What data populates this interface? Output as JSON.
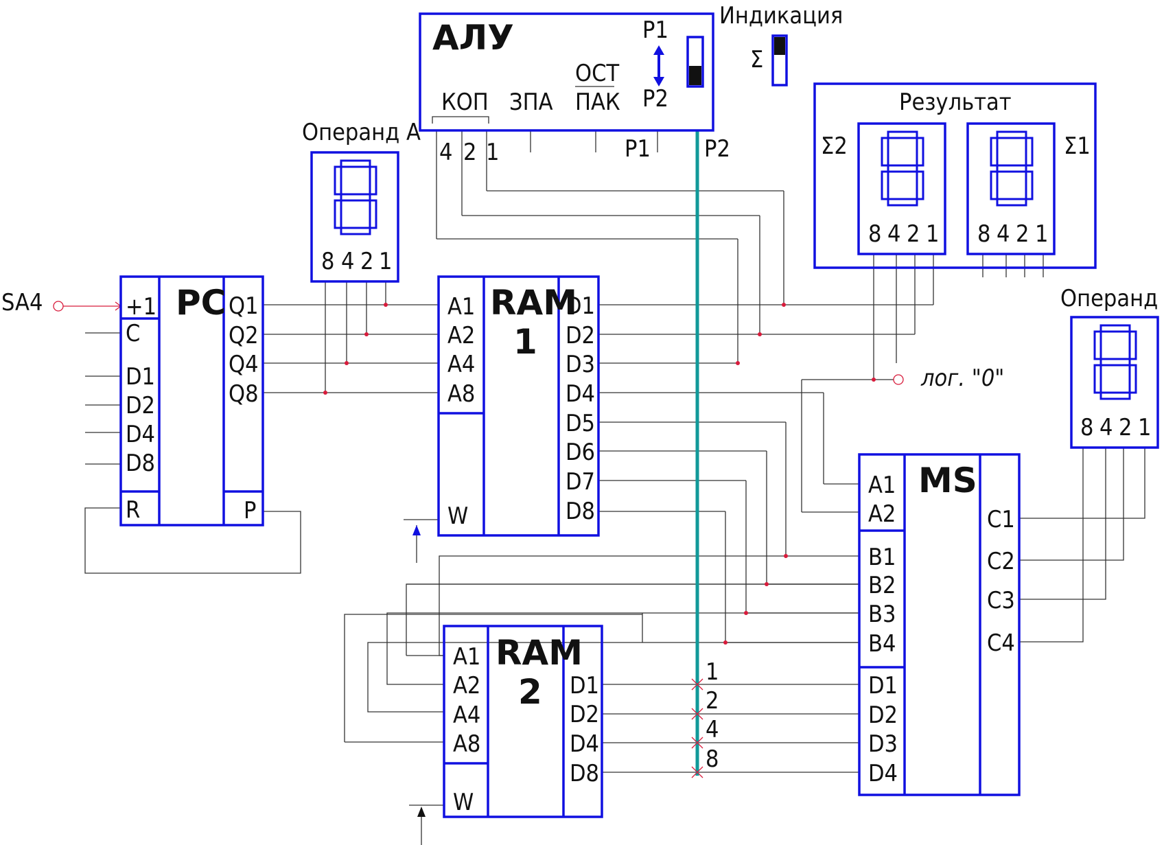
{
  "alu": {
    "title": "АЛУ",
    "kop": "КОП",
    "zpa": "ЗПА",
    "ost": "ОСТ",
    "pak": "ПАК",
    "p1": "Р1",
    "p2": "Р2",
    "pin4": "4",
    "pin2": "2",
    "pin1": "1",
    "out_p1": "Р1",
    "out_p2": "Р2"
  },
  "indication": {
    "title": "Индикация",
    "sigma": "Σ"
  },
  "operand_a": {
    "title": "Операнд A",
    "weights": [
      "8",
      "4",
      "2",
      "1"
    ]
  },
  "operand_b": {
    "title": "Операнд B",
    "weights": [
      "8",
      "4",
      "2",
      "1"
    ]
  },
  "result": {
    "title": "Результат",
    "sigma2": "Σ2",
    "sigma1": "Σ1",
    "weights": [
      "8",
      "4",
      "2",
      "1"
    ]
  },
  "pc": {
    "title": "PC",
    "in_inc": "+1",
    "in_c": "C",
    "in_d": [
      "D1",
      "D2",
      "D4",
      "D8"
    ],
    "in_r": "R",
    "out_q": [
      "Q1",
      "Q2",
      "Q4",
      "Q8"
    ],
    "out_p": "P",
    "sa4": "SA4"
  },
  "ram1": {
    "title": "RAM",
    "num": "1",
    "addr": [
      "A1",
      "A2",
      "A4",
      "A8"
    ],
    "w": "W",
    "data": [
      "D1",
      "D2",
      "D3",
      "D4",
      "D5",
      "D6",
      "D7",
      "D8"
    ]
  },
  "ram2": {
    "title": "RAM",
    "num": "2",
    "addr": [
      "A1",
      "A2",
      "A4",
      "A8"
    ],
    "w": "W",
    "data": [
      "D1",
      "D2",
      "D4",
      "D8"
    ]
  },
  "ms": {
    "title": "MS",
    "a": [
      "A1",
      "A2"
    ],
    "b": [
      "B1",
      "B2",
      "B3",
      "B4"
    ],
    "d": [
      "D1",
      "D2",
      "D3",
      "D4"
    ],
    "c": [
      "C1",
      "C2",
      "C3",
      "C4"
    ]
  },
  "logic_zero": "лог. \"0\"",
  "bus_labels": [
    "1",
    "2",
    "4",
    "8"
  ]
}
